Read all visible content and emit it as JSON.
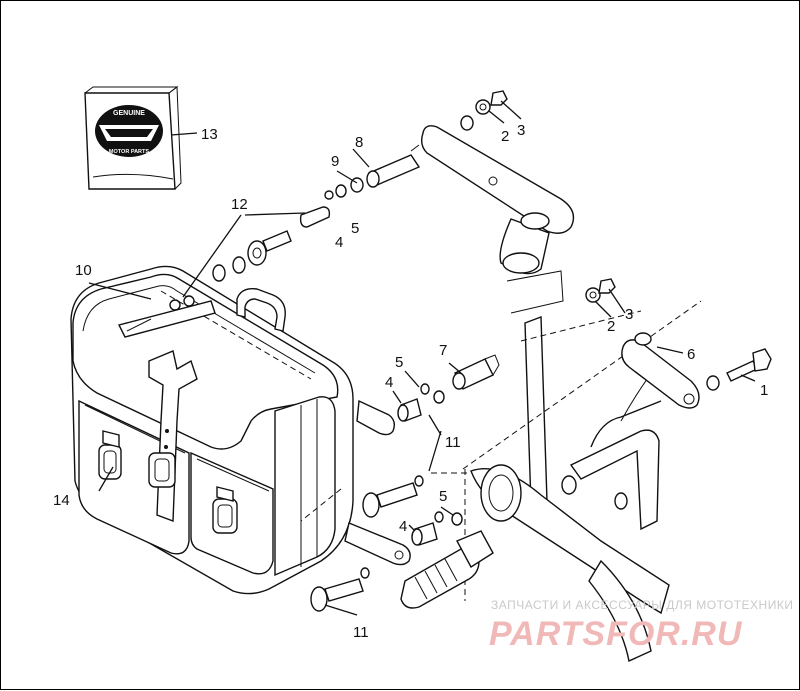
{
  "callouts": {
    "c1": "1",
    "c2a": "2",
    "c3a": "3",
    "c2b": "2",
    "c3b": "3",
    "c4a": "4",
    "c4b": "4",
    "c4c": "4",
    "c5a": "5",
    "c5b": "5",
    "c5c": "5",
    "c6": "6",
    "c7": "7",
    "c8": "8",
    "c9": "9",
    "c10": "10",
    "c11a": "11",
    "c11b": "11",
    "c12": "12",
    "c13": "13",
    "c14": "14"
  },
  "logo": {
    "top": "GENUINE",
    "bottom": "MOTOR PARTS"
  },
  "watermark": {
    "tagline": "ЗАПЧАСТИ И АКСЕССУАРЫ ДЛЯ МОТОТЕХНИКИ",
    "brand": "PARTSFOR.RU"
  }
}
